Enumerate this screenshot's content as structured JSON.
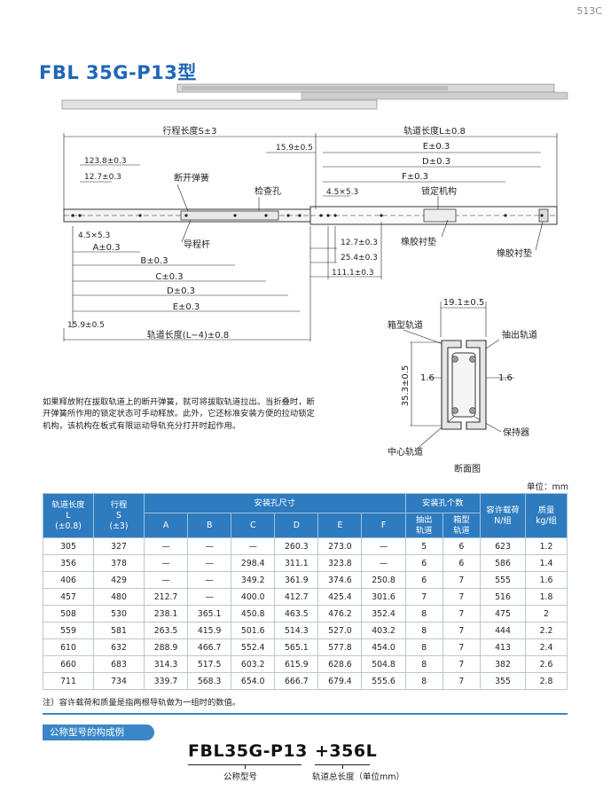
{
  "page": {
    "number": "513C",
    "title": "FBL 35G-P13型"
  },
  "drawing": {
    "stroke_length": "行程长度S±3",
    "rail_length": "轨道长度L±0.8",
    "rail_length_l4": "轨道长度(L−4)±0.8",
    "dim_15_9_top": "15.9±0.5",
    "dim_15_9_bottom": "15.9±0.5",
    "dim_123_8": "123.8±0.3",
    "dim_12_7_left": "12.7±0.3",
    "dim_4_5_left": "4.5×5.3",
    "dim_4_5_right": "4.5×5.3",
    "dim_12_7_right": "12.7±0.3",
    "dim_25_4": "25.4±0.3",
    "dim_111_1": "111.1±0.3",
    "left_dims": [
      "A±0.3",
      "B±0.3",
      "C±0.3",
      "D±0.3",
      "E±0.3"
    ],
    "right_dims": [
      "E±0.3",
      "D±0.3",
      "F±0.3"
    ],
    "labels": {
      "release_spring": "断开弹簧",
      "check_hole": "检查孔",
      "lock_mechanism": "锁定机构",
      "guide_rod": "导程杆",
      "rubber_pad_1": "橡胶衬垫",
      "rubber_pad_2": "橡胶衬垫"
    },
    "section": {
      "width": "19.1±0.5",
      "height": "35.3±0.5",
      "t_left": "1.6",
      "t_right": "1.6",
      "outer_rail": "箱型轨道",
      "inner_rail": "抽出轨道",
      "center_rail": "中心轨道",
      "retainer": "保持器",
      "caption": "断面图"
    }
  },
  "description": "如果释放附在拔取轨道上的断开弹簧，就可将拔取轨道拉出。当折叠时，断开弹簧所作用的锁定状态可手动释放。此外，它还标准安装方便的拉动锁定机构，该机构在板式有限运动导轨充分打开时起作用。",
  "unit": "单位：mm",
  "table": {
    "headers": {
      "rail_length": [
        "轨道长度",
        "L",
        "(±0.8)"
      ],
      "stroke": [
        "行程",
        "S",
        "(±3)"
      ],
      "mount_hole": "安装孔尺寸",
      "hole_count": "安装孔个数",
      "load": [
        "容许载荷",
        "N/组"
      ],
      "mass": [
        "质量",
        "kg/组"
      ],
      "cols": [
        "A",
        "B",
        "C",
        "D",
        "E",
        "F"
      ],
      "count_cols": [
        [
          "抽出",
          "轨道"
        ],
        [
          "箱型",
          "轨道"
        ]
      ]
    },
    "rows": [
      [
        "305",
        "327",
        "—",
        "—",
        "—",
        "260.3",
        "273.0",
        "—",
        "5",
        "6",
        "623",
        "1.2"
      ],
      [
        "356",
        "378",
        "—",
        "—",
        "298.4",
        "311.1",
        "323.8",
        "—",
        "6",
        "6",
        "586",
        "1.4"
      ],
      [
        "406",
        "429",
        "—",
        "—",
        "349.2",
        "361.9",
        "374.6",
        "250.8",
        "6",
        "7",
        "555",
        "1.6"
      ],
      [
        "457",
        "480",
        "212.7",
        "—",
        "400.0",
        "412.7",
        "425.4",
        "301.6",
        "7",
        "7",
        "516",
        "1.8"
      ],
      [
        "508",
        "530",
        "238.1",
        "365.1",
        "450.8",
        "463.5",
        "476.2",
        "352.4",
        "8",
        "7",
        "475",
        "2"
      ],
      [
        "559",
        "581",
        "263.5",
        "415.9",
        "501.6",
        "514.3",
        "527.0",
        "403.2",
        "8",
        "7",
        "444",
        "2.2"
      ],
      [
        "610",
        "632",
        "288.9",
        "466.7",
        "552.4",
        "565.1",
        "577.8",
        "454.0",
        "8",
        "7",
        "413",
        "2.4"
      ],
      [
        "660",
        "683",
        "314.3",
        "517.5",
        "603.2",
        "615.9",
        "628.6",
        "504.8",
        "8",
        "7",
        "382",
        "2.6"
      ],
      [
        "711",
        "734",
        "339.7",
        "568.3",
        "654.0",
        "666.7",
        "679.4",
        "555.6",
        "8",
        "7",
        "355",
        "2.8"
      ]
    ]
  },
  "note": "注）容许载荷和质量是指两根导轨做为一组时的数值。",
  "example": {
    "tag": "公称型号的构成例",
    "model_code": "FBL35G-P13",
    "model_length": "+356L",
    "label_code": "公称型号",
    "label_length": "轨道总长度（单位mm）"
  },
  "colors": {
    "accent": "#1f66b6",
    "table_header": "#2e7bbf",
    "rule": "#3a86c8"
  }
}
